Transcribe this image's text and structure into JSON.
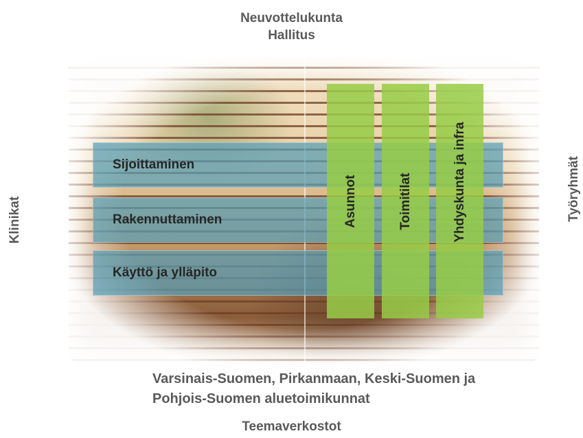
{
  "top": {
    "line1": "Neuvottelukunta",
    "line2": "Hallitus"
  },
  "left_label": "Klinikat",
  "right_label": "Työryhmät",
  "bottom": {
    "line1": "Varsinais-Suomen, Pirkanmaan, Keski-Suomen ja",
    "line2": "Pohjois-Suomen aluetoimikunnat",
    "title": "Teemaverkostot"
  },
  "rows": [
    "Sijoittaminen",
    "Rakennuttaminen",
    "Käyttö ja ylläpito"
  ],
  "columns": [
    "Asunnot",
    "Toimitilat",
    "Yhdyskunta ja infra"
  ],
  "colors": {
    "row_bar": "#579eb5",
    "column_bar": "#96cd46",
    "text": "#595959"
  }
}
